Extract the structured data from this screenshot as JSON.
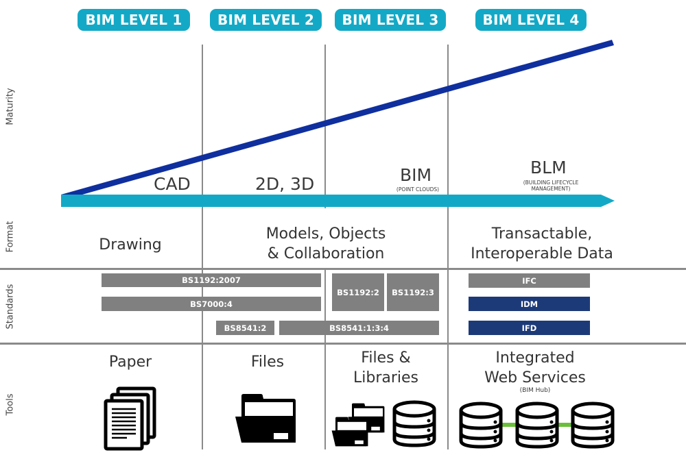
{
  "levels": [
    {
      "label": "BIM LEVEL 1"
    },
    {
      "label": "BIM LEVEL 2"
    },
    {
      "label": "BIM LEVEL 3"
    },
    {
      "label": "BIM LEVEL 4"
    }
  ],
  "row_labels": {
    "maturity": "Maturity",
    "format": "Format",
    "standards": "Standards",
    "tools": "Tools"
  },
  "maturity_stages": {
    "cad": "CAD",
    "d2d3": "2D, 3D",
    "bim": "BIM",
    "bim_sub": "(POINT CLOUDS)",
    "blm": "BLM",
    "blm_sub_1": "(BUILDING LIFECYCLE",
    "blm_sub_2": "MANAGEMENT)"
  },
  "format": {
    "level1": "Drawing",
    "level2_3_line1": "Models, Objects",
    "level2_3_line2": "& Collaboration",
    "level4_line1": "Transactable,",
    "level4_line2": "Interoperable Data"
  },
  "standards": {
    "bs1192_2007": "BS1192:2007",
    "bs7000_4": "BS7000:4",
    "bs8541_2": "BS8541:2",
    "bs8541_134": "BS8541:1:3:4",
    "bs1192_2": "BS1192:2",
    "bs1192_3": "BS1192:3",
    "ifc": "IFC",
    "idm": "IDM",
    "ifd": "IFD"
  },
  "tools": {
    "level1": "Paper",
    "level2": "Files",
    "level3_line1": "Files &",
    "level3_line2": "Libraries",
    "level4_line1": "Integrated",
    "level4_line2": "Web Services",
    "level4_sub": "(BIM Hub)"
  },
  "colors": {
    "badge": "#13a9c6",
    "arrow": "#13a9c6",
    "maturity_line": "#0f2f9e",
    "standard_gray": "#808080",
    "standard_navy": "#1d3a78",
    "connector_green": "#6abf3a"
  }
}
